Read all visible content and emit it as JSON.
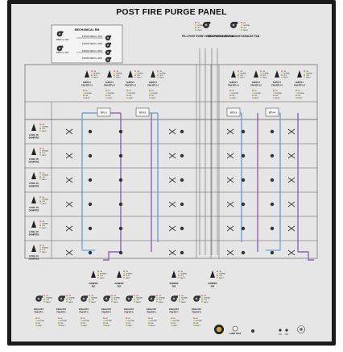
{
  "title": "POST FIRE PURGE PANEL",
  "mechanical_room": {
    "header": "MECHANICAL RM",
    "rows": [
      {
        "left": "MECH. RM",
        "right": "FROM MECH. RM"
      },
      {
        "left": "",
        "right": "FROM MECH. RM"
      },
      {
        "left": "MECH. RM",
        "right": "FROM MECH. RM"
      },
      {
        "left": "",
        "right": "FROM MECH. RM"
      }
    ]
  },
  "exhaust_fans_top": [
    {
      "label": "PE-1 POST EVENT SMOKE EXHAUST FAN"
    },
    {
      "label": "PE-2 POST EVENT SMOKE EXHAUST FAN"
    }
  ],
  "supply_fans": [
    "SUPPLY FAN RTU-1",
    "SUPPLY FAN RTU-2",
    "SUPPLY FAN RTU-3",
    "SUPPLY FAN RTU-4",
    "SUPPLY FAN RTU-1",
    "SUPPLY FAN RTU-2",
    "SUPPLY FAN RTU-3",
    "SUPPLY FAN RTU-4"
  ],
  "rtu_units": [
    "RTU-1",
    "RTU-2",
    "RTU-3",
    "RTU-4"
  ],
  "levels": [
    {
      "label": "LEVEL 06 DAMPERS"
    },
    {
      "label": "LEVEL 05 DAMPERS"
    },
    {
      "label": "LEVEL 04 DAMPERS"
    },
    {
      "label": "LEVEL 03 DAMPERS"
    },
    {
      "label": "LEVEL 02 DAMPERS"
    },
    {
      "label": "LEVEL 01 DAMPERS"
    }
  ],
  "status_lines": [
    "ON",
    "NORMAL",
    "OFF",
    "FAULT"
  ],
  "bottom_dampers": [
    "DAMPER D01",
    "DAMPER D02",
    "DAMPER D03",
    "DAMPER D04"
  ],
  "exhaust_fans_bottom": [
    "EXHAUST FAN EF-1",
    "EXHAUST FAN EF-2",
    "EXHAUST FAN EF-3",
    "EXHAUST FAN EF-4",
    "EXHAUST FAN EF-5",
    "EXHAUST FAN EF-6",
    "EXHAUST FAN EF-7",
    "EXHAUST FAN EF-8"
  ],
  "control_labels": [
    "LAMP TEST",
    "ON",
    "OFF"
  ],
  "colors": {
    "blue_duct": "#6aa3d8",
    "purple_duct": "#8a66b0",
    "on_led": "#d23b2a",
    "normal_led": "#e0c22a",
    "off_led": "#3a9b48",
    "fault_led": "#e08a1e",
    "frame": "#1b1b1b",
    "panel": "#e6e6e6"
  }
}
